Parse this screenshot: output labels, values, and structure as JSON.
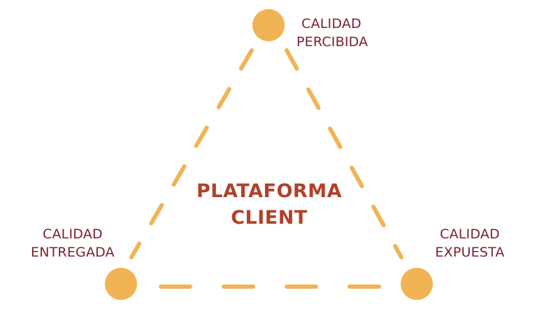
{
  "colors": {
    "node": "#f0b454",
    "edge": "#f0b454",
    "label_text": "#7a1f2e",
    "center_text": "#b0412a",
    "background": "#ffffff"
  },
  "center": {
    "line1": "PLATAFORMA",
    "line2": "CLIENT"
  },
  "nodes": {
    "top": {
      "line1": "CALIDAD",
      "line2": "PERCIBIDA"
    },
    "left": {
      "line1": "CALIDAD",
      "line2": "ENTREGADA"
    },
    "right": {
      "line1": "CALIDAD",
      "line2": "EXPUESTA"
    }
  }
}
